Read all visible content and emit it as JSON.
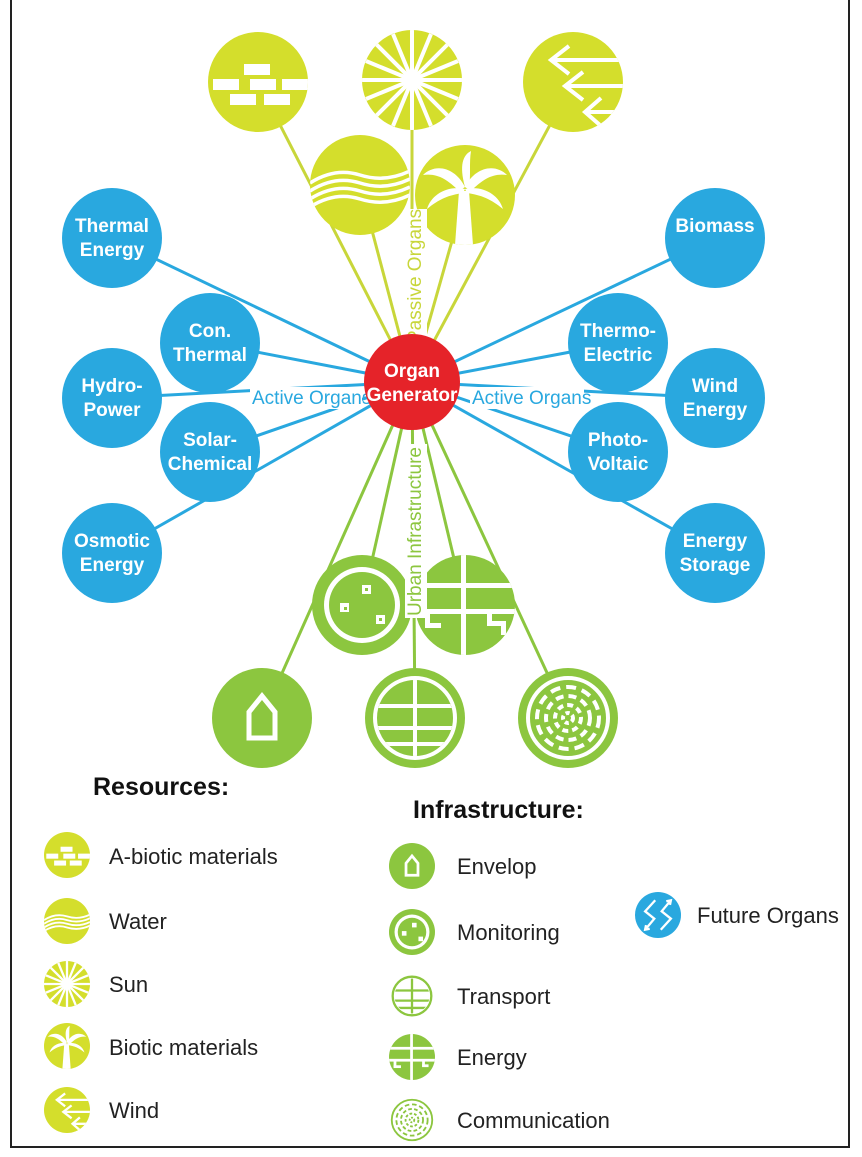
{
  "title": "",
  "colors": {
    "passive": "#d4de2c",
    "passive_line": "#c8d63a",
    "active": "#29a8df",
    "infra": "#8cc63f",
    "center": "#e52329",
    "white": "#ffffff"
  },
  "center": {
    "line1": "Organ",
    "line2": "Generator"
  },
  "axis_labels": {
    "passive": "Passive Organs",
    "active_left": "Active Organs",
    "active_right": "Active Organs",
    "urban": "Urban Infrastructure"
  },
  "passive_nodes": [
    {
      "icon": "bricks-icon",
      "name": "A-biotic materials"
    },
    {
      "icon": "sun-icon",
      "name": "Sun"
    },
    {
      "icon": "wind-icon",
      "name": "Wind"
    },
    {
      "icon": "water-icon",
      "name": "Water"
    },
    {
      "icon": "palm-tree-icon",
      "name": "Biotic materials"
    }
  ],
  "active_left": [
    {
      "line1": "Thermal",
      "line2": "Energy"
    },
    {
      "line1": "Con.",
      "line2": "Thermal"
    },
    {
      "line1": "Hydro-",
      "line2": "Power"
    },
    {
      "line1": "Solar-",
      "line2": "Chemical"
    },
    {
      "line1": "Osmotic",
      "line2": "Energy"
    }
  ],
  "active_right": [
    {
      "line1": "Biomass",
      "line2": ""
    },
    {
      "line1": "Thermo-",
      "line2": "Electric"
    },
    {
      "line1": "Wind",
      "line2": "Energy"
    },
    {
      "line1": "Photo-",
      "line2": "Voltaic"
    },
    {
      "line1": "Energy",
      "line2": "Storage"
    }
  ],
  "infra_nodes": [
    {
      "icon": "monitoring-icon"
    },
    {
      "icon": "energy-grid-icon"
    },
    {
      "icon": "house-icon"
    },
    {
      "icon": "globe-grid-icon"
    },
    {
      "icon": "radial-dashes-icon"
    }
  ],
  "legend": {
    "resources_heading": "Resources:",
    "resources": [
      {
        "icon": "bricks-icon",
        "label": "A-biotic materials"
      },
      {
        "icon": "water-icon",
        "label": "Water"
      },
      {
        "icon": "sun-icon",
        "label": "Sun"
      },
      {
        "icon": "palm-tree-icon",
        "label": "Biotic materials"
      },
      {
        "icon": "wind-icon",
        "label": "Wind"
      }
    ],
    "infrastructure_heading": "Infrastructure:",
    "infrastructure": [
      {
        "icon": "house-icon",
        "label": "Envelop"
      },
      {
        "icon": "monitoring-icon",
        "label": "Monitoring"
      },
      {
        "icon": "globe-grid-icon",
        "label": "Transport"
      },
      {
        "icon": "energy-grid-icon",
        "label": "Energy"
      },
      {
        "icon": "radial-dashes-icon",
        "label": "Communication"
      }
    ],
    "future": {
      "icon": "future-arrows-icon",
      "label": "Future Organs"
    }
  }
}
